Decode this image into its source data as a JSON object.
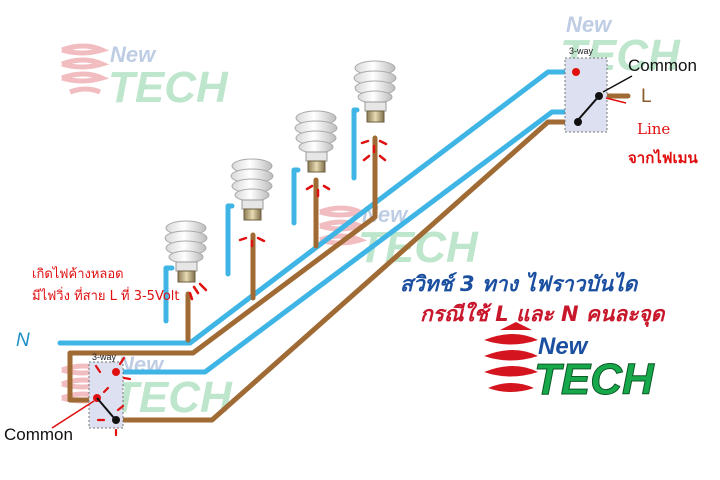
{
  "labels": {
    "common_top": "Common",
    "common_bottom": "Common",
    "line_l": "L",
    "neutral_n": "N",
    "line_label": "Line",
    "from_mains": "จากไฟเมน",
    "switch_top": "3-way",
    "switch_bottom": "3-way"
  },
  "note": {
    "line1": "เกิดไฟค้างหลอด",
    "line2": "มีไฟวิ่ง ที่สาย L ที่ 3-5Volt"
  },
  "title": {
    "line1": "สวิทช์ 3 ทาง ไฟราวบันได",
    "line2": "กรณีใช้ L และ N คนละจุด"
  },
  "logo": {
    "new": "New",
    "tech": "TECH"
  },
  "colors": {
    "neutral_wire": "#3fb5e6",
    "line_wire": "#a06a35",
    "logo_new": "#1b4fa0",
    "logo_tech": "#16a84a",
    "logo_red": "#d4151f",
    "alert_red": "#e01010",
    "switch_box": "#dde0f0"
  }
}
